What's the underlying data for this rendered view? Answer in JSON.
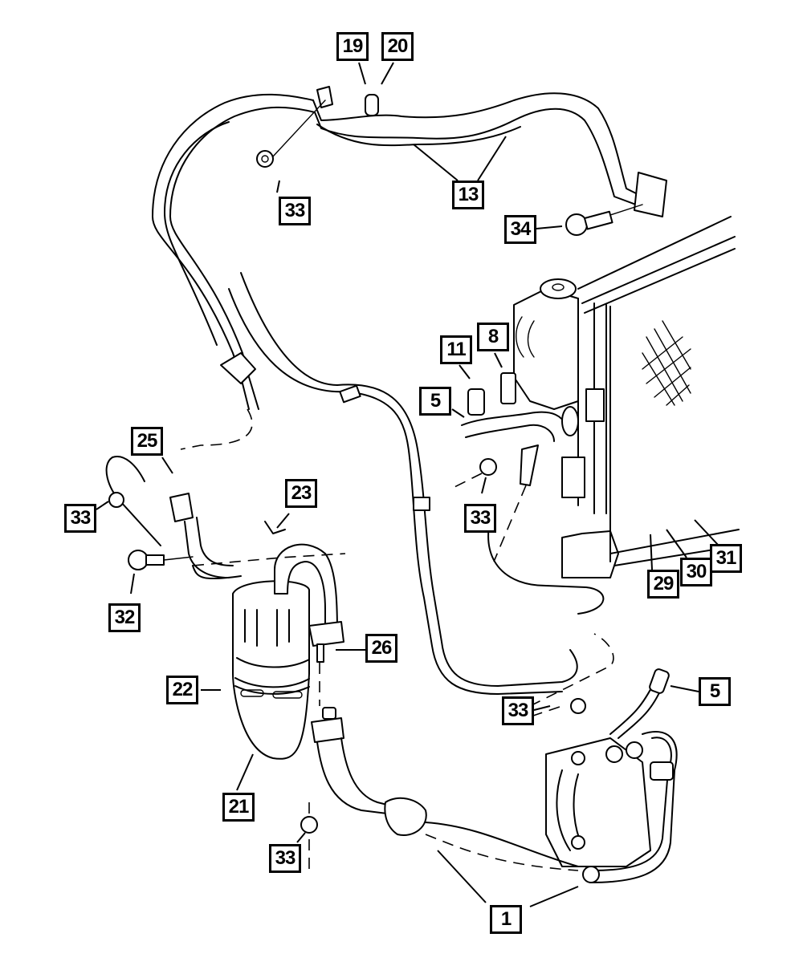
{
  "diagram": {
    "title": "A/C Plumbing - Refrigerant Lines, Receiver/Drier, Condenser and Compressor",
    "colors": {
      "line": "#000000",
      "background": "#ffffff"
    },
    "callouts": [
      {
        "id": "c19",
        "label": "19",
        "part": "cap"
      },
      {
        "id": "c20",
        "label": "20",
        "part": "cap"
      },
      {
        "id": "c13",
        "label": "13",
        "part": "suction-line"
      },
      {
        "id": "c33a",
        "label": "33",
        "part": "nut"
      },
      {
        "id": "c34",
        "label": "34",
        "part": "bolt"
      },
      {
        "id": "c11",
        "label": "11",
        "part": "valve"
      },
      {
        "id": "c8",
        "label": "8",
        "part": "pressure-switch"
      },
      {
        "id": "c5a",
        "label": "5",
        "part": "discharge-line"
      },
      {
        "id": "c33b",
        "label": "33",
        "part": "nut"
      },
      {
        "id": "c25",
        "label": "25",
        "part": "o-ring"
      },
      {
        "id": "c33c",
        "label": "33",
        "part": "nut"
      },
      {
        "id": "c23",
        "label": "23",
        "part": "bracket"
      },
      {
        "id": "c32",
        "label": "32",
        "part": "bolt"
      },
      {
        "id": "c29",
        "label": "29",
        "part": "condenser-component"
      },
      {
        "id": "c30",
        "label": "30",
        "part": "condenser-component"
      },
      {
        "id": "c31",
        "label": "31",
        "part": "condenser-component"
      },
      {
        "id": "c26",
        "label": "26",
        "part": "o-ring"
      },
      {
        "id": "c22",
        "label": "22",
        "part": "receiver-drier-band"
      },
      {
        "id": "c21",
        "label": "21",
        "part": "receiver-drier"
      },
      {
        "id": "c5b",
        "label": "5",
        "part": "discharge-line"
      },
      {
        "id": "c33d",
        "label": "33",
        "part": "nut"
      },
      {
        "id": "c33e",
        "label": "33",
        "part": "nut"
      },
      {
        "id": "c1",
        "label": "1",
        "part": "liquid-line"
      }
    ]
  }
}
